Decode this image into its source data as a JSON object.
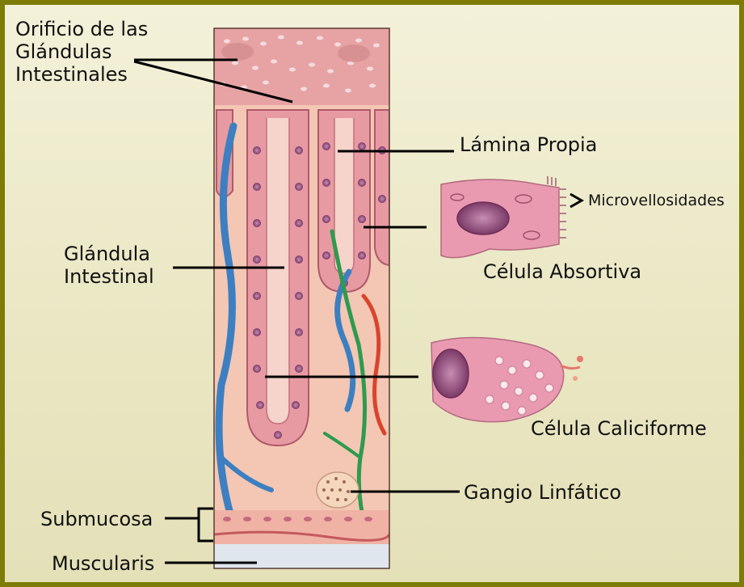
{
  "labels": {
    "orificio": "Orificio de las\nGlándulas\nIntestinales",
    "lamina": "Lámina Propia",
    "microvellosidades": "Microvellosidades",
    "absortiva": "Célula Absortiva",
    "glandula": "Glándula\nIntestinal",
    "caliciforme": "Célula Caliciforme",
    "ganglio": "Gangio Linfático",
    "submucosa": "Submucosa",
    "muscularis": "Muscularis"
  },
  "colors": {
    "border": "#7c7c06",
    "tissue": "#f0b9a6",
    "vessel_blue": "#3d7fc1",
    "vessel_green": "#2e9a4f",
    "vessel_red": "#d9442c"
  }
}
